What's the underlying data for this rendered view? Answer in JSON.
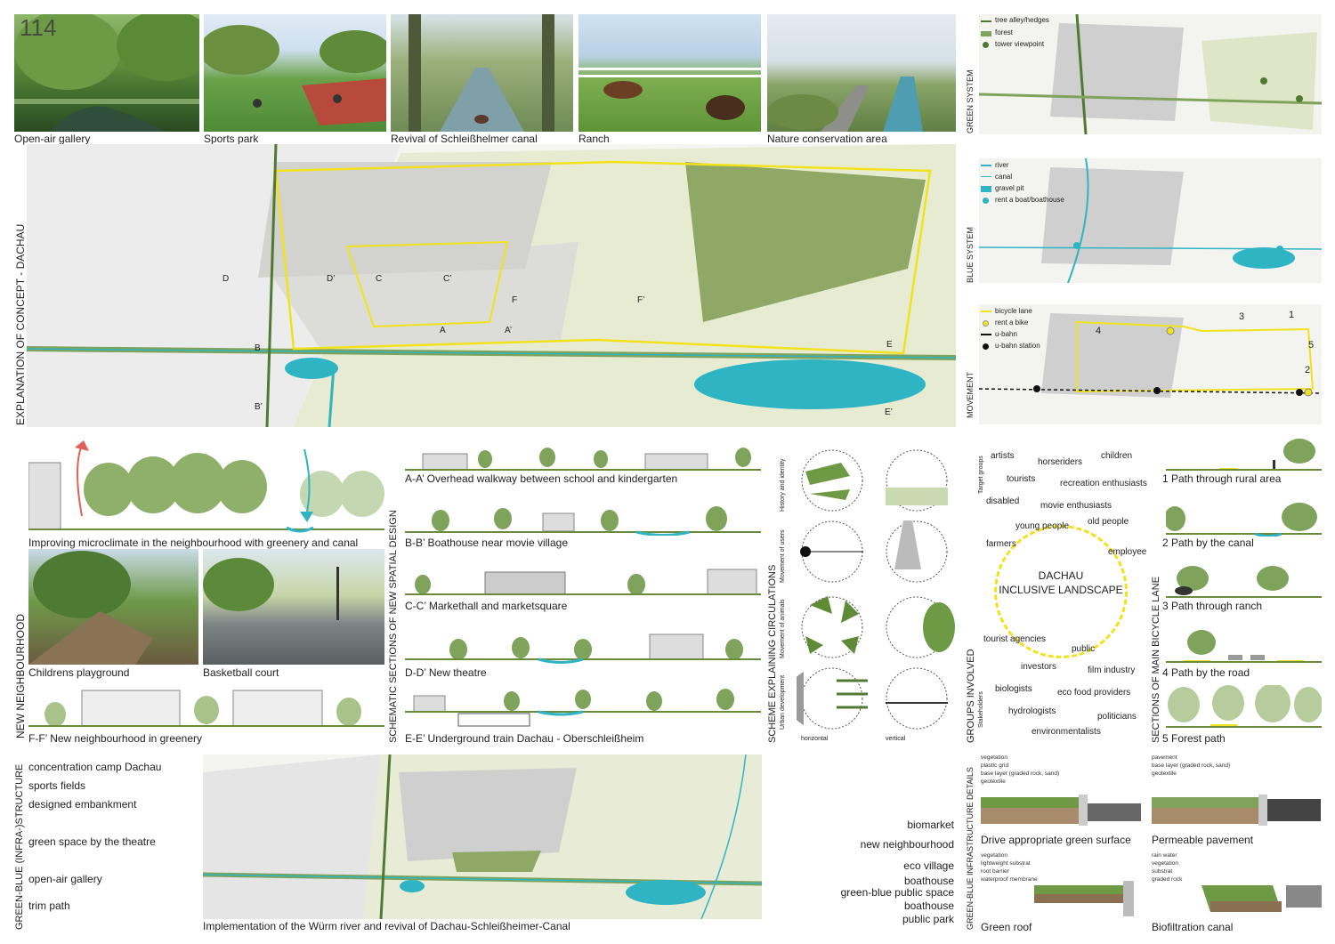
{
  "sheet_number": "114",
  "photos": [
    {
      "caption": "Open-air gallery"
    },
    {
      "caption": "Sports park"
    },
    {
      "caption": "Revival of Schleißhelmer canal"
    },
    {
      "caption": "Ranch"
    },
    {
      "caption": "Nature conservation area"
    }
  ],
  "photo_credit": "http://media.gettyimages.com/photos/freiburg-schlossbergwiese-schildkrote-picture-id540004470",
  "main_vertical_label": "EXPLANATION OF CONCEPT - DACHAU",
  "section_markers": [
    "D",
    "D’",
    "C",
    "C’",
    "A",
    "A’",
    "B",
    "B’",
    "E",
    "E’",
    "F",
    "F’"
  ],
  "systems": {
    "green": {
      "label": "GREEN SYSTEM",
      "legend": [
        "tree alley/hedges",
        "forest",
        "tower viewpoint"
      ]
    },
    "blue": {
      "label": "BLUE SYSTEM",
      "legend": [
        "river",
        "canal",
        "gravel pit",
        "rent a boat/boathouse"
      ]
    },
    "movement": {
      "label": "MOVEMENT",
      "legend": [
        "bicycle lane",
        "rent a bike",
        "u-bahn",
        "u-bahn station"
      ],
      "numbers": [
        "1",
        "2",
        "3",
        "4",
        "5"
      ]
    }
  },
  "neighbourhood": {
    "vertical_label": "NEW NEIGHBOURHOOD",
    "microclimate_caption": "Improving microclimate in the neighbourhood with greenery and canal",
    "playground_caption": "Childrens playground",
    "basketball_caption": "Basketball court",
    "section_caption": "F-F’ New neighbourhood in greenery"
  },
  "sections": {
    "vertical_label": "SCHEMATIC SECTIONS OF NEW SPATIAL DESIGN",
    "items": [
      "A-A’ Overhead walkway between school and kindergarten",
      "B-B’ Boathouse near movie village",
      "C-C’ Markethall and marketsquare",
      "D-D’ New theatre",
      "E-E’ Underground train Dachau - Oberschleißheim"
    ]
  },
  "circulation": {
    "vertical_label": "SCHEME EXPLAINING CIRCULATIONS",
    "rows": [
      "History and identity",
      "Movement of users",
      "Movement of animals",
      "Urban development"
    ],
    "cols": [
      "horizontal",
      "vertical"
    ]
  },
  "groups": {
    "vertical_label": "GROUPS INVOLVED",
    "target_label": "Target groups",
    "stakeholder_label": "Stakeholders",
    "center_line1": "DACHAU",
    "center_line2": "INCLUSIVE LANDSCAPE",
    "words": [
      "artists",
      "horseriders",
      "children",
      "tourists",
      "recreation enthusiasts",
      "disabled",
      "movie enthusiasts",
      "young people",
      "old people",
      "farmers",
      "employee",
      "tourist agencies",
      "public",
      "investors",
      "film industry",
      "biologists",
      "eco food providers",
      "hydrologists",
      "politicians",
      "environmentalists"
    ]
  },
  "bicycle": {
    "vertical_label": "SECTIONS OF MAIN BICYCLE LANE",
    "items": [
      "1 Path through rural area",
      "2 Path by the canal",
      "3 Path through ranch",
      "4 Path by the road",
      "5 Forest path"
    ]
  },
  "greenblue": {
    "vertical_label": "GREEN-BLUE (INFRA-)STRUCTURE",
    "left_labels": [
      "concentration camp Dachau",
      "sports fields",
      "designed embankment",
      "green space by the theatre",
      "open-air gallery",
      "trim path"
    ],
    "right_labels": [
      "biomarket",
      "new neighbourhood",
      "eco village",
      "boathouse",
      "green-blue public space",
      "boathouse",
      "public park"
    ],
    "caption": "Implementation of the Würm river and revival of Dachau-Schleißheimer-Canal"
  },
  "details": {
    "vertical_label": "GREEN-BLUE INFRASTRUCTURE DETAILS",
    "items": [
      {
        "title": "Drive appropriate green surface",
        "layers": [
          "vegetation",
          "plastic grid",
          "base layer (graded rock, sand)",
          "geotextile"
        ]
      },
      {
        "title": "Permeable pavement",
        "layers": [
          "pavement",
          "base layer (graded rock, sand)",
          "geotextile"
        ]
      },
      {
        "title": "Green roof",
        "layers": [
          "vegetation",
          "lightweight substrat",
          "root barrier",
          "waterproof membrane"
        ]
      },
      {
        "title": "Biofiltration canal",
        "layers": [
          "rain water",
          "vegetation",
          "substrat",
          "graded rock"
        ]
      }
    ]
  },
  "colors": {
    "green": "#7fa35a",
    "dark_green": "#4f7a33",
    "blue": "#2fb4c4",
    "yellow": "#f2e21c",
    "field": "#e3e8cf"
  }
}
